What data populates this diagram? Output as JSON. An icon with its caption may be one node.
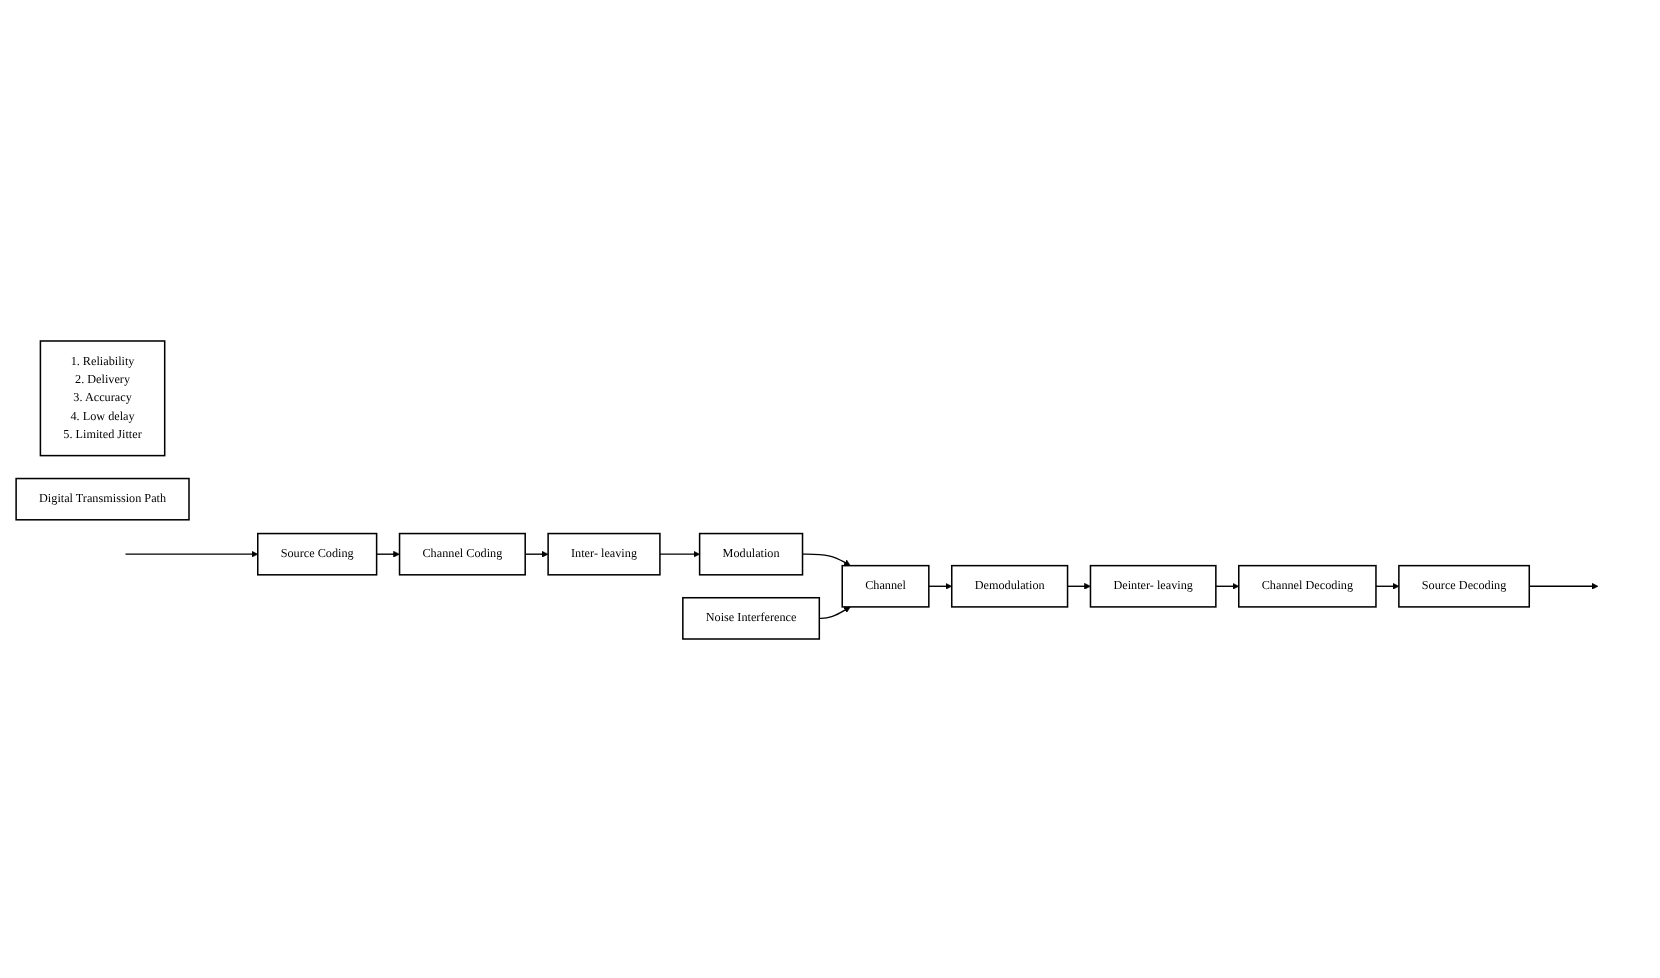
{
  "diagram": {
    "nodes": [
      {
        "text": [
          "Source Coding"
        ]
      },
      {
        "text": [
          "Channel Coding"
        ]
      },
      {
        "text": [
          "Inter- leaving"
        ]
      },
      {
        "text": [
          "Modulation"
        ]
      },
      {
        "text": [
          "Noise Interference"
        ]
      },
      {
        "text": [
          "Channel"
        ]
      },
      {
        "text": [
          "Demodulation"
        ]
      },
      {
        "text": [
          "Deinter- leaving"
        ]
      },
      {
        "text": [
          "Channel Decoding"
        ]
      },
      {
        "text": [
          "Source Decoding"
        ]
      },
      {
        "text": [
          "1. Reliability",
          "2. Delivery",
          "3. Accuracy",
          "4. Low delay",
          "5. Limited Jitter"
        ]
      },
      {
        "text": [
          "Digital Transmission Path"
        ]
      }
    ],
    "edges": [
      {
        "from": null,
        "to": 0,
        "arrow": "to"
      },
      {
        "from": 0,
        "to": 1,
        "arrow": "to"
      },
      {
        "from": 1,
        "to": 2,
        "arrow": "to"
      },
      {
        "from": 2,
        "to": 3,
        "arrow": "to"
      },
      {
        "from": 3,
        "to": 5,
        "arrow": "to"
      },
      {
        "from": 4,
        "to": 5,
        "arrow": "to"
      },
      {
        "from": 5,
        "to": 6,
        "arrow": "to"
      },
      {
        "from": 6,
        "to": 7,
        "arrow": "to"
      },
      {
        "from": 7,
        "to": 8,
        "arrow": "to"
      },
      {
        "from": 8,
        "to": 9,
        "arrow": "to"
      },
      {
        "from": 9,
        "to": null,
        "arrow": "to"
      }
    ]
  }
}
